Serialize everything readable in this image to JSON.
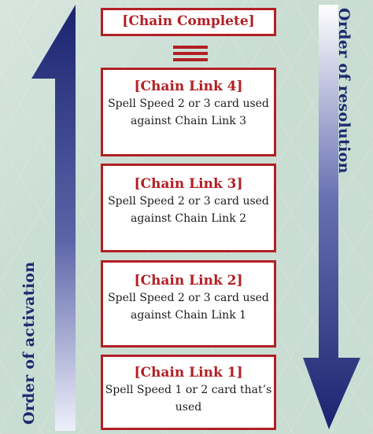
{
  "colors": {
    "accent_red": "#b21f24",
    "arrow_navy": "#1b2370",
    "label_navy": "#1d2a6e",
    "background": "#c9ddd3"
  },
  "labels": {
    "activation": "Order of activation",
    "resolution": "Order of resolution"
  },
  "chain": {
    "complete": "[Chain Complete]",
    "links": [
      {
        "title": "[Chain Link 4]",
        "lines": [
          "Spell Speed 2 or 3 card used",
          "against Chain Link 3"
        ]
      },
      {
        "title": "[Chain Link 3]",
        "lines": [
          "Spell Speed 2 or 3 card used",
          "against Chain Link 2"
        ]
      },
      {
        "title": "[Chain Link 2]",
        "lines": [
          "Spell Speed 2 or 3 card used",
          "against Chain Link 1"
        ]
      },
      {
        "title": "[Chain Link 1]",
        "lines": [
          "Spell Speed 1 or 2 card that’s",
          "used"
        ]
      }
    ]
  }
}
